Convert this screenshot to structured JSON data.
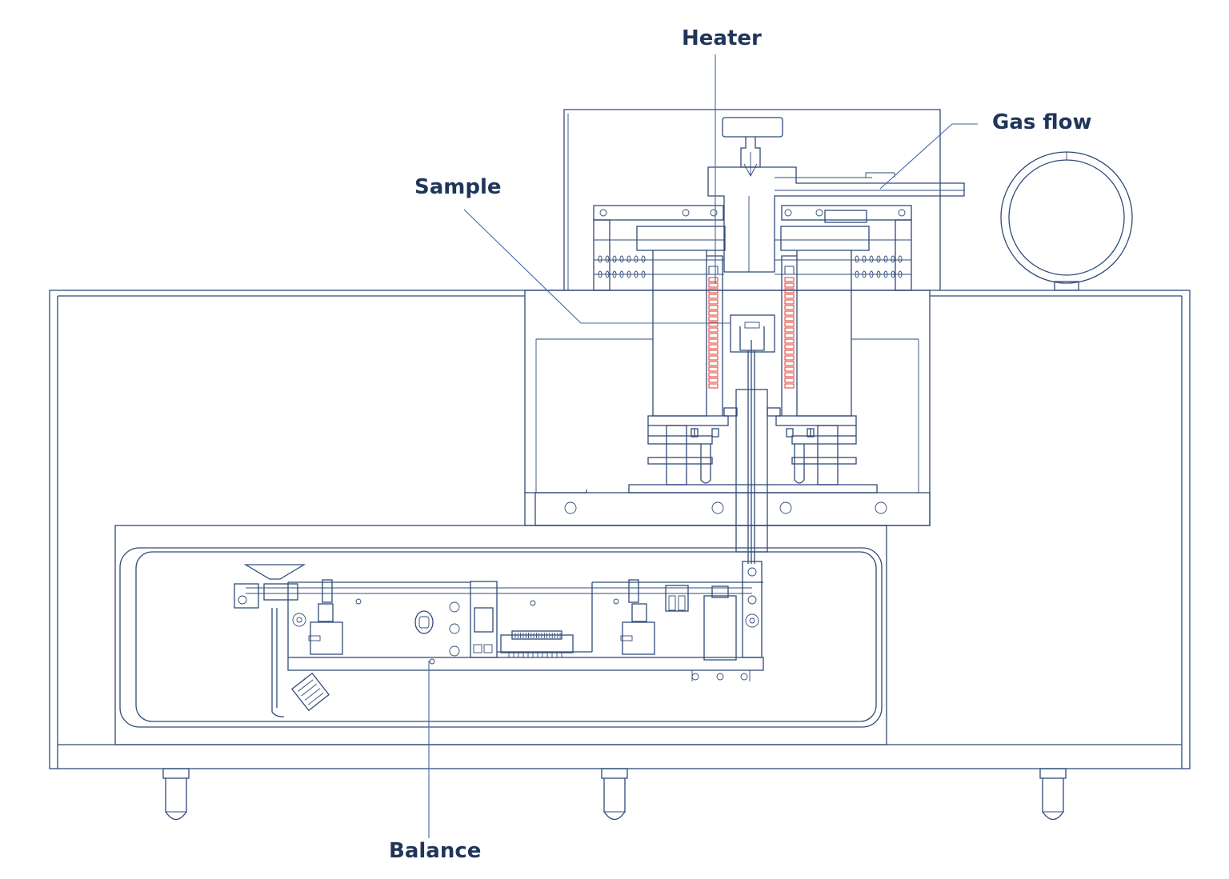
{
  "labels": {
    "heater": "Heater",
    "gas_flow": "Gas flow",
    "sample": "Sample",
    "balance": "Balance"
  },
  "colors": {
    "outline": "#2f4a78",
    "label_text": "#1f3559",
    "leader_line": "#3d6aa8",
    "heating_element": "#e2483c",
    "background": "#ffffff"
  }
}
